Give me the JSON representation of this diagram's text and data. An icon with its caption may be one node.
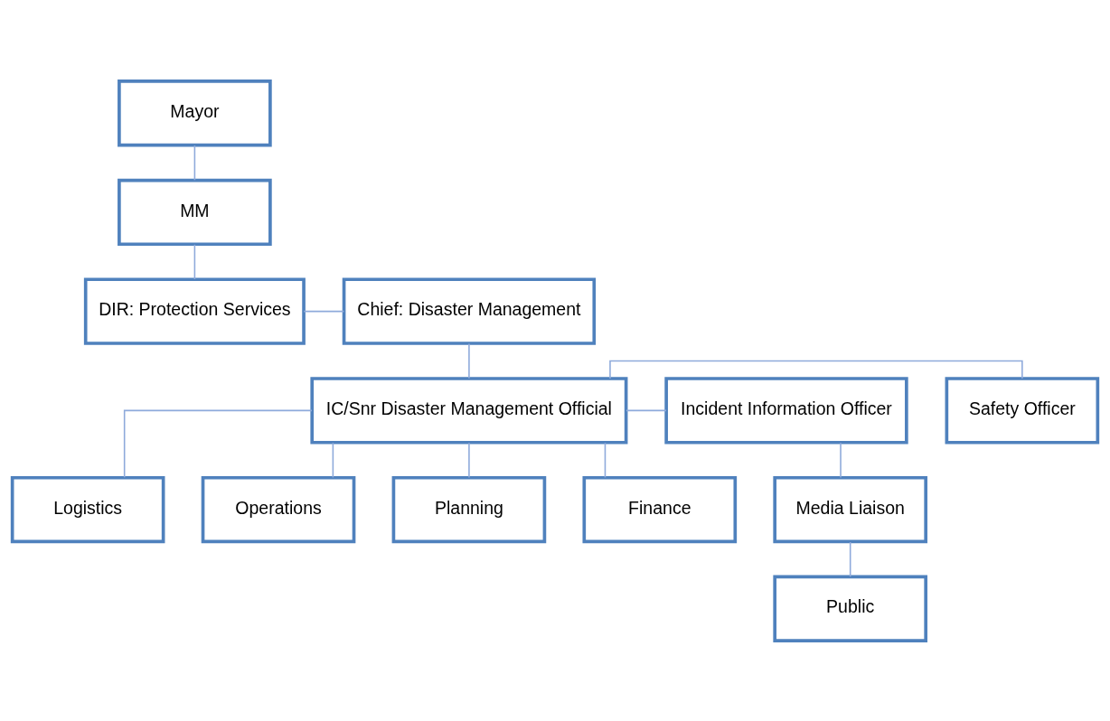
{
  "diagram": {
    "nodes": [
      {
        "text": [
          "Mayor"
        ]
      },
      {
        "text": [
          "MM"
        ]
      },
      {
        "text": [
          "DIR: Protection Services"
        ]
      },
      {
        "text": [
          "Chief: Disaster Management"
        ]
      },
      {
        "text": [
          "IC/Snr Disaster Management Official"
        ]
      },
      {
        "text": [
          "Safety Officer"
        ]
      },
      {
        "text": [
          "Incident Information Officer"
        ]
      },
      {
        "text": [
          "Logistics"
        ]
      },
      {
        "text": [
          "Operations"
        ]
      },
      {
        "text": [
          "Planning"
        ]
      },
      {
        "text": [
          "Finance"
        ]
      },
      {
        "text": [
          "Media Liaison"
        ]
      },
      {
        "text": [
          "Public"
        ]
      }
    ],
    "edges": [
      {
        "from": 0,
        "to": 1,
        "arrow": "none"
      },
      {
        "from": 1,
        "to": 2,
        "arrow": "none"
      },
      {
        "from": 2,
        "to": 3,
        "arrow": "none"
      },
      {
        "from": 3,
        "to": 4,
        "arrow": "none"
      },
      {
        "from": 4,
        "to": 5,
        "arrow": "none"
      },
      {
        "from": 4,
        "to": 6,
        "arrow": "none"
      },
      {
        "from": 4,
        "to": 7,
        "arrow": "none"
      },
      {
        "from": 4,
        "to": 8,
        "arrow": "none"
      },
      {
        "from": 4,
        "to": 9,
        "arrow": "none"
      },
      {
        "from": 4,
        "to": 10,
        "arrow": "none"
      },
      {
        "from": 6,
        "to": 11,
        "arrow": "none"
      },
      {
        "from": 11,
        "to": 12,
        "arrow": "none"
      }
    ]
  }
}
